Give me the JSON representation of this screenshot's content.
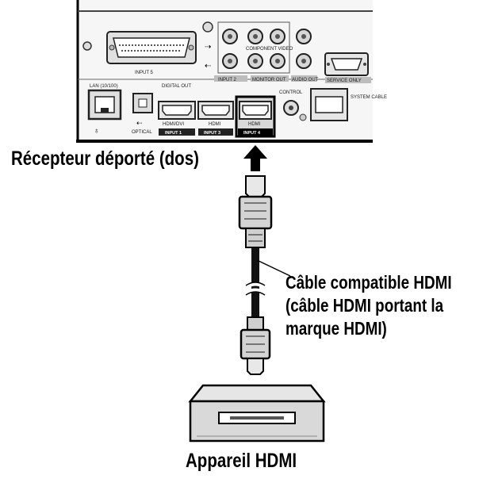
{
  "captions": {
    "receiver": "Récepteur déporté (dos)",
    "cable_line1": "Câble compatible HDMI",
    "cable_line2": "(câble HDMI portant la",
    "cable_line3": "marque HDMI)",
    "device": "Appareil HDMI"
  },
  "panel_labels": {
    "input1": "INPUT 1",
    "input2": "INPUT 2",
    "input3": "INPUT 3",
    "input4": "INPUT 4",
    "input5": "INPUT 5",
    "digital_out": "DIGITAL OUT",
    "optical": "OPTICAL",
    "lan": "LAN (10/100)",
    "hdmi_dvi": "HDMI/DVI",
    "hdmi": "HDMI",
    "control": "CONTROL",
    "service": "SERVICE ONLY",
    "system_cable": "SYSTEM CABLE",
    "component": "COMPONENT VIDEO",
    "audio_out": "AUDIO OUT",
    "monitor_out": "MONITOR OUT"
  },
  "colors": {
    "ink": "#000000",
    "panel": "#f4f4f4",
    "port_gray": "#9a9a9a"
  }
}
